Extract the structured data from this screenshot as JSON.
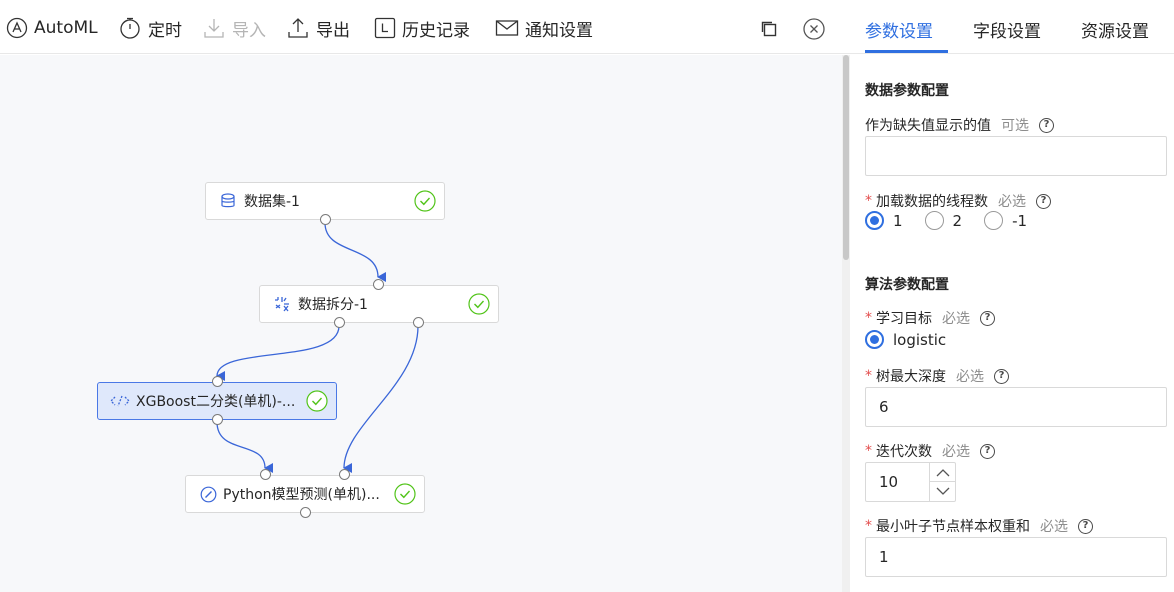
{
  "toolbar": {
    "automl": "AutoML",
    "schedule": "定时",
    "import": "导入",
    "export": "导出",
    "history": "历史记录",
    "notify": "通知设置"
  },
  "canvas": {
    "nodes": [
      {
        "label": "数据集-1",
        "icon": "database-icon",
        "status": "success"
      },
      {
        "label": "数据拆分-1",
        "icon": "split-icon",
        "status": "success"
      },
      {
        "label": "XGBoost二分类(单机)-...",
        "icon": "algorithm-icon",
        "status": "success",
        "selected": true
      },
      {
        "label": "Python模型预测(单机)...",
        "icon": "predict-icon",
        "status": "success"
      }
    ]
  },
  "panel": {
    "tabs": [
      "参数设置",
      "字段设置",
      "资源设置"
    ],
    "active_tab": "参数设置",
    "data_section": {
      "title": "数据参数配置",
      "missing_value": {
        "label": "作为缺失值显示的值",
        "hint": "可选",
        "value": ""
      },
      "threads": {
        "label": "加载数据的线程数",
        "hint": "必选",
        "options": [
          "1",
          "2",
          "-1"
        ],
        "selected": "1"
      }
    },
    "algo_section": {
      "title": "算法参数配置",
      "objective": {
        "label": "学习目标",
        "hint": "必选",
        "options": [
          "logistic"
        ],
        "selected": "logistic"
      },
      "max_depth": {
        "label": "树最大深度",
        "hint": "必选",
        "value": "6"
      },
      "iterations": {
        "label": "迭代次数",
        "hint": "必选",
        "value": "10"
      },
      "min_child_weight": {
        "label": "最小叶子节点样本权重和",
        "hint": "必选",
        "value": "1"
      }
    },
    "help_glyph": "?",
    "required_mark": "*"
  },
  "colors": {
    "accent": "#2f6fe0",
    "success": "#52c41a",
    "selected_bg": "#dfe8fb"
  }
}
